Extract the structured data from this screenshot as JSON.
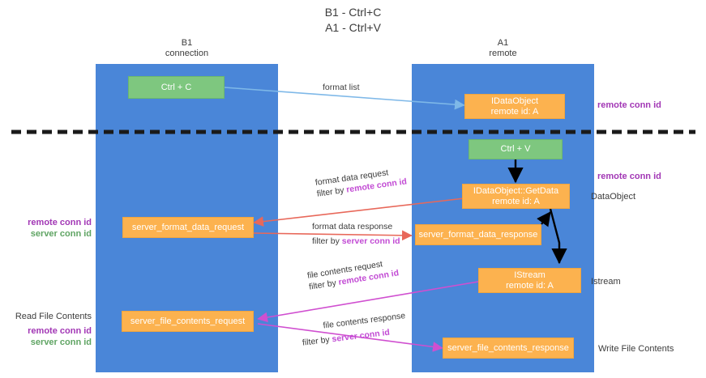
{
  "title": {
    "line1": "B1 - Ctrl+C",
    "line2": "A1 - Ctrl+V"
  },
  "columns": [
    {
      "name": "B1",
      "role": "connection"
    },
    {
      "name": "A1",
      "role": "remote"
    }
  ],
  "colors": {
    "lane": "#4a86d8",
    "green_node": "#7ec77f",
    "orange_node": "#fcb24f",
    "purple_text": "#a237b5",
    "green_text": "#5fa463",
    "red_arrow": "#e8685a",
    "magenta_arrow": "#d04fd0",
    "blue_arrow": "#7eb8e8",
    "black_arrow": "#000000",
    "divider": "#1a1a1a"
  },
  "nodes": {
    "ctrl_c": {
      "label": "Ctrl + C"
    },
    "top_dataobject": {
      "line1": "IDataObject",
      "line2": "remote id: A"
    },
    "ctrl_v": {
      "label": "Ctrl + V"
    },
    "getdata": {
      "line1": "IDataObject::GetData",
      "line2": "remote id: A"
    },
    "server_format_data_request": {
      "label": "server_format_data_request"
    },
    "server_format_data_response": {
      "label": "server_format_data_response"
    },
    "istream": {
      "line1": "IStream",
      "line2": "remote id: A"
    },
    "server_file_contents_request": {
      "label": "server_file_contents_request"
    },
    "server_file_contents_response": {
      "label": "server_file_contents_response"
    }
  },
  "edges": {
    "format_list": {
      "label": "format list"
    },
    "format_data_request": {
      "l1": "format data request",
      "l2_prefix": "filter by ",
      "l2_key": "remote conn id"
    },
    "format_data_response": {
      "l1": "format data response",
      "l2_prefix": "filter by ",
      "l2_key": "server conn id"
    },
    "file_contents_request": {
      "l1": "file contents request",
      "l2_prefix": "filter by ",
      "l2_key": "remote conn id"
    },
    "file_contents_response": {
      "l1": "file contents response",
      "l2_prefix": "filter by ",
      "l2_key": "server conn id"
    }
  },
  "annotations": {
    "right_top_remote_conn_id": "remote conn id",
    "right_mid_remote_conn_id": "remote conn id",
    "right_dataobject": "DataObject",
    "right_istream": "Istream",
    "right_write_file_contents": "Write File Contents",
    "left_remote_conn_id_1": "remote conn id",
    "left_server_conn_id_1": "server conn id",
    "left_read_file_contents": "Read File Contents",
    "left_remote_conn_id_2": "remote conn id",
    "left_server_conn_id_2": "server conn id"
  }
}
